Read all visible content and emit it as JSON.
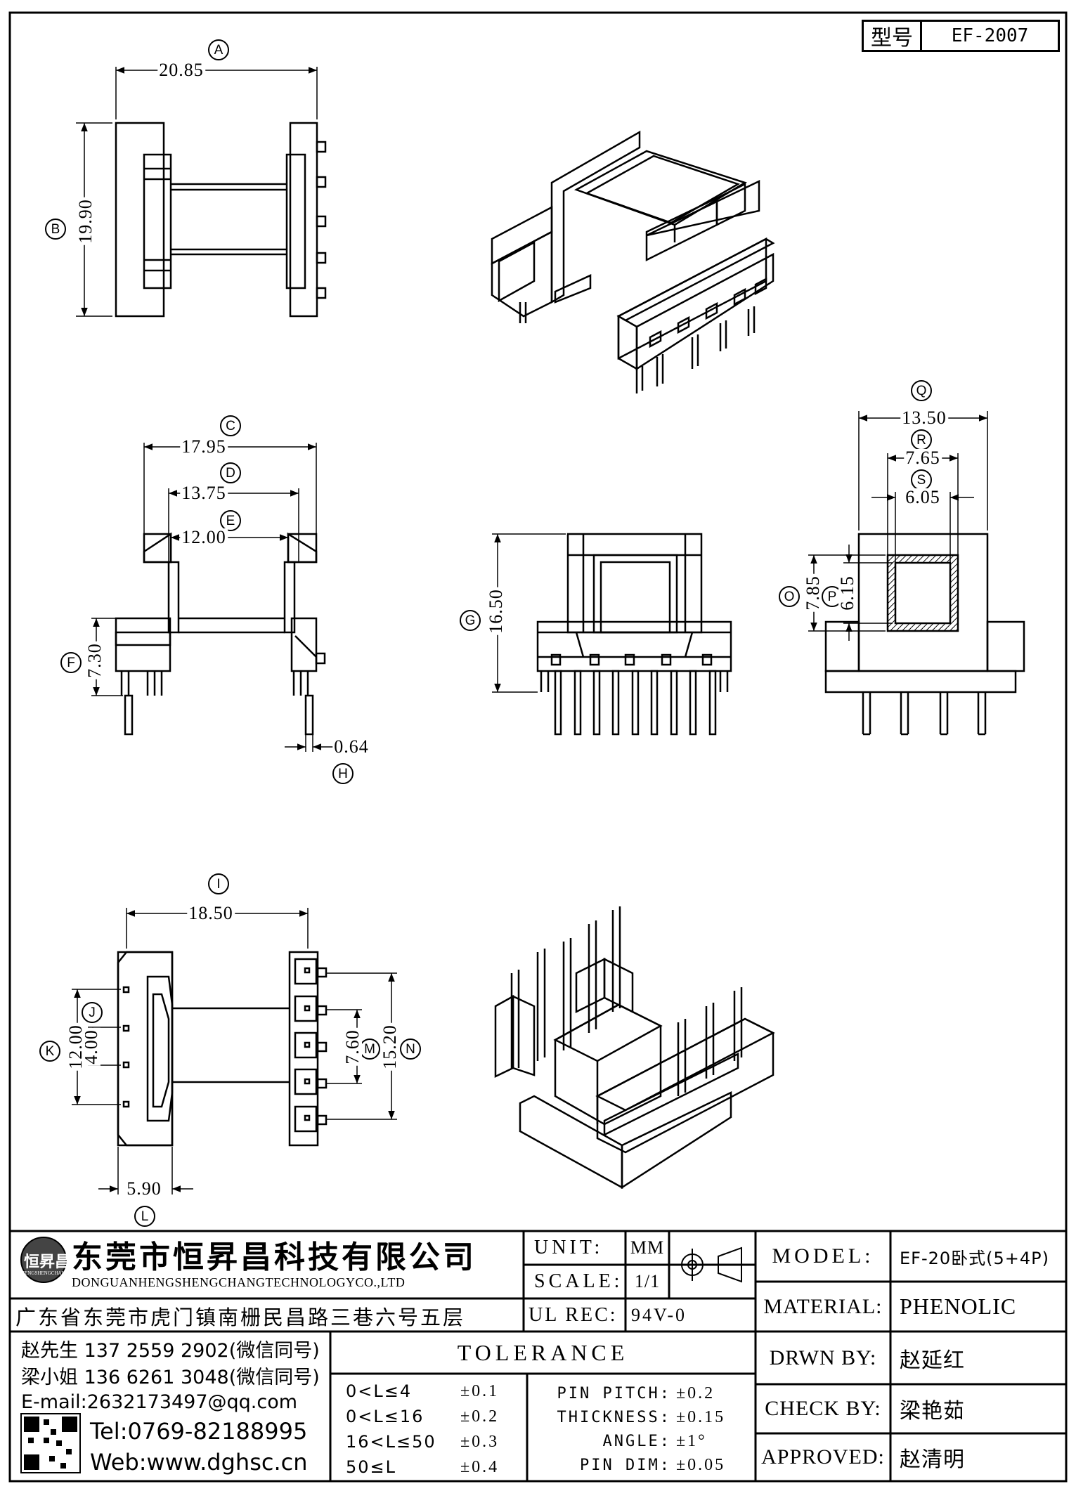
{
  "model_box": {
    "label": "型号",
    "value": "EF-2007"
  },
  "dimensions": {
    "A": {
      "label": "A",
      "value": "20.85"
    },
    "B": {
      "label": "B",
      "value": "19.90"
    },
    "C": {
      "label": "C",
      "value": "17.95"
    },
    "D": {
      "label": "D",
      "value": "13.75"
    },
    "E": {
      "label": "E",
      "value": "12.00"
    },
    "F": {
      "label": "F",
      "value": "7.30"
    },
    "G": {
      "label": "G",
      "value": "16.50"
    },
    "H": {
      "label": "H",
      "value": "0.64"
    },
    "I": {
      "label": "I",
      "value": "18.50"
    },
    "J": {
      "label": "J",
      "value": "4.00"
    },
    "K": {
      "label": "K",
      "value": "12.00"
    },
    "L": {
      "label": "L",
      "value": "5.90"
    },
    "M": {
      "label": "M",
      "value": "7.60"
    },
    "N": {
      "label": "N",
      "value": "15.20"
    },
    "O": {
      "label": "O",
      "value": "7.85"
    },
    "P": {
      "label": "P",
      "value": "6.15"
    },
    "Q": {
      "label": "Q",
      "value": "13.50"
    },
    "R": {
      "label": "R",
      "value": "7.65"
    },
    "S": {
      "label": "S",
      "value": "6.05"
    }
  },
  "company": {
    "logo_text": "恒昇昌",
    "logo_subtext": "HENGSHENGCHANG",
    "name_cn": "东莞市恒昇昌科技有限公司",
    "name_en": "DONGUANHENGSHENGCHANGTECHNOLOGYCO.,LTD",
    "address": "广东省东莞市虎门镇南栅民昌路三巷六号五层"
  },
  "title_block": {
    "unit_label": "UNIT:",
    "unit_value": "MM",
    "scale_label": "SCALE:",
    "scale_value": "1/1",
    "ulrec_label": "UL REC:",
    "ulrec_value": "94V-0",
    "model_label": "MODEL:",
    "model_value": "EF-20卧式(5+4P)",
    "material_label": "MATERIAL:",
    "material_value": "PHENOLIC",
    "drawn_label": "DRWN BY:",
    "drawn_value": "赵延红",
    "check_label": "CHECK BY:",
    "check_value": "梁艳茹",
    "approved_label": "APPROVED:",
    "approved_value": "赵清明"
  },
  "contacts": {
    "line1": "赵先生 137 2559 2902(微信同号)",
    "line2": "梁小姐 136 6261 3048(微信同号)",
    "email": "E-mail:2632173497@qq.com",
    "tel": "Tel:0769-82188995",
    "web": "Web:www.dghsc.cn"
  },
  "tolerance": {
    "title": "TOLERANCE",
    "rows": [
      {
        "range": "0<L≤4",
        "tol": "±0.1"
      },
      {
        "range": "0<L≤16",
        "tol": "±0.2"
      },
      {
        "range": "16<L≤50",
        "tol": "±0.3"
      },
      {
        "range": "50≤L",
        "tol": "±0.4"
      }
    ],
    "specs": [
      {
        "name": "PIN PITCH:",
        "tol": "±0.2"
      },
      {
        "name": "THICKNESS:",
        "tol": "±0.15"
      },
      {
        "name": "ANGLE:",
        "tol": "±1°"
      },
      {
        "name": "PIN DIM:",
        "tol": "±0.05"
      }
    ]
  }
}
